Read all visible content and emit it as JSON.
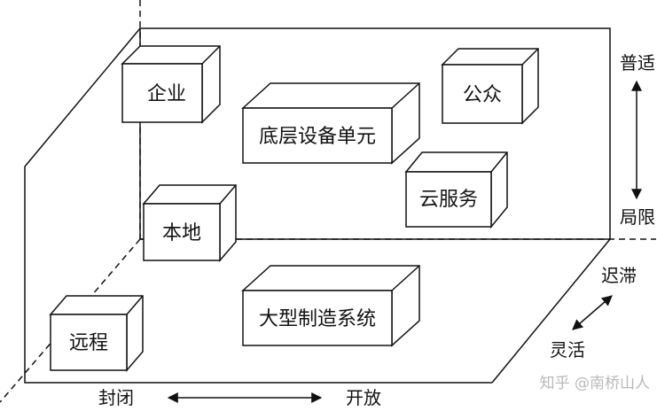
{
  "boxes": {
    "enterprise": "企业",
    "public": "公众",
    "base_device": "底层设备单元",
    "cloud": "云服务",
    "local": "本地",
    "remote": "远程",
    "manufacturing": "大型制造系统"
  },
  "axes": {
    "vertical": {
      "top": "普适",
      "bottom": "局限"
    },
    "depth": {
      "back": "迟滞",
      "front": "灵活"
    },
    "horizontal": {
      "left": "封闭",
      "right": "开放"
    }
  },
  "watermark": "知乎 @南桥山人",
  "colors": {
    "line": "#111111",
    "background": "#ffffff",
    "watermark": "#b9b9b9"
  }
}
